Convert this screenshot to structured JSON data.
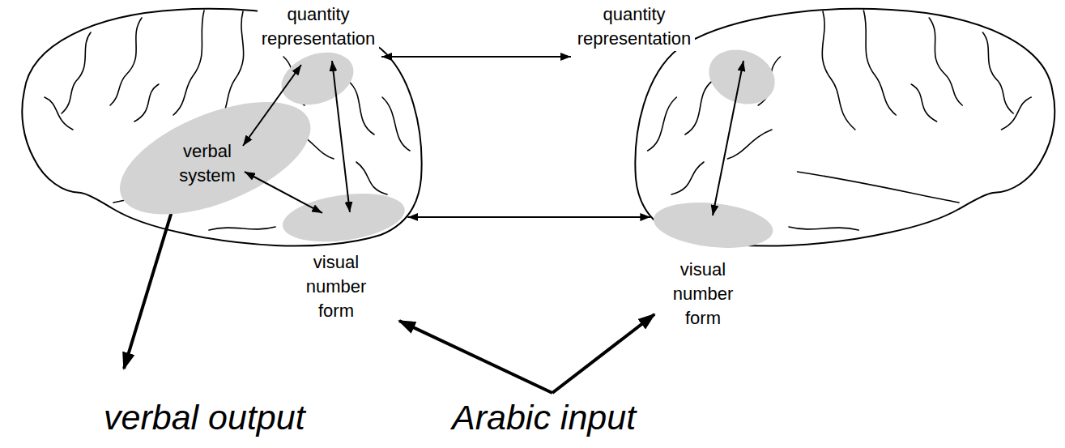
{
  "diagram": {
    "nodes": [
      {
        "text": [
          "quantity representation"
        ]
      },
      {
        "text": [
          "quantity representation"
        ]
      },
      {
        "text": [
          "verbal system"
        ]
      },
      {
        "text": [
          "visual number form"
        ]
      },
      {
        "text": [
          "visual number form"
        ]
      }
    ],
    "edges": [
      {
        "from": 0,
        "to": 1,
        "arrow": "both"
      },
      {
        "from": 2,
        "to": 0,
        "arrow": "both"
      },
      {
        "from": 0,
        "to": 3,
        "arrow": "both"
      },
      {
        "from": 2,
        "to": 3,
        "arrow": "both"
      },
      {
        "from": 3,
        "to": 4,
        "arrow": "both"
      },
      {
        "from": 1,
        "to": 4,
        "arrow": "both"
      }
    ],
    "labels": [
      "verbal output",
      "Arabic input"
    ]
  }
}
